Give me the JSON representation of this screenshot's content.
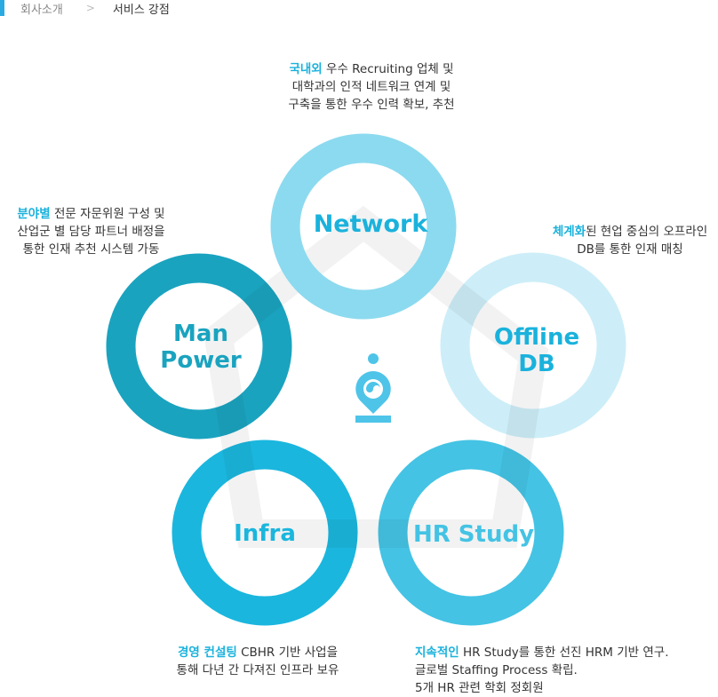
{
  "breadcrumb": {
    "home": "회사소개",
    "separator": ">",
    "current": "서비스 강점"
  },
  "colors": {
    "accent": "#1ab2dc",
    "network": "#8cdaef",
    "manpower": "#1aa3bf",
    "offline_db": "#cdeef8",
    "infra": "#1ab6de",
    "hr_study": "#44c3e4",
    "connector": "#f2f2f2"
  },
  "nodes": {
    "network": {
      "label_lines": [
        "Network"
      ]
    },
    "manpower": {
      "label_lines": [
        "Man",
        "Power"
      ]
    },
    "offline_db": {
      "label_lines": [
        "Offline",
        "DB"
      ]
    },
    "infra": {
      "label_lines": [
        "Infra"
      ]
    },
    "hr_study": {
      "label_lines": [
        "HR Study"
      ]
    }
  },
  "descriptions": {
    "network": {
      "highlight": "국내외",
      "line1_rest": " 우수 Recruiting 업체 및",
      "line2": "대학과의 인적 네트워크 연계 및",
      "line3": "구축을 통한 우수 인력 확보, 추천"
    },
    "manpower": {
      "highlight": "분야별",
      "line1_rest": " 전문 자문위원 구성 및",
      "line2": "산업군 별 담당 파트너 배정을",
      "line3": "통한 인재 추천 시스템 가동"
    },
    "offline_db": {
      "highlight": "체계화",
      "line1_rest": "된 현업 중심의 오프라인",
      "line2": "DB를 통한 인재 매칭"
    },
    "infra": {
      "highlight": "경영 컨설팅",
      "line1_rest": " CBHR 기반 사업을",
      "line2": "통해 다년 간 다져진 인프라 보유"
    },
    "hr_study": {
      "highlight": "지속적인",
      "line1_rest": " HR Study를 통한 선진 HRM 기반 연구.",
      "line2": "글로벌 Staffing Process 확립.",
      "line3": "5개 HR 관련 학회 정회원"
    }
  },
  "center_icon": "location-pin-person-icon"
}
